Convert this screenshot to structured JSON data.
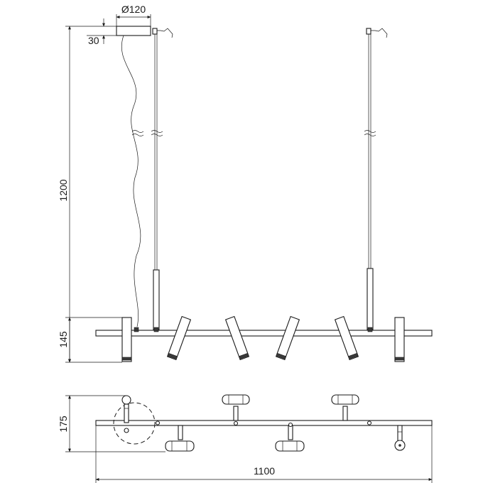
{
  "dimensions": {
    "canopy_diameter": "Ø120",
    "canopy_height": "30",
    "overall_height": "1200",
    "fixture_height": "145",
    "fixture_depth": "175",
    "overall_length": "1100"
  },
  "colors": {
    "line": "#1a1a1a",
    "dark_fill": "#3a3a3a",
    "background": "#ffffff"
  }
}
